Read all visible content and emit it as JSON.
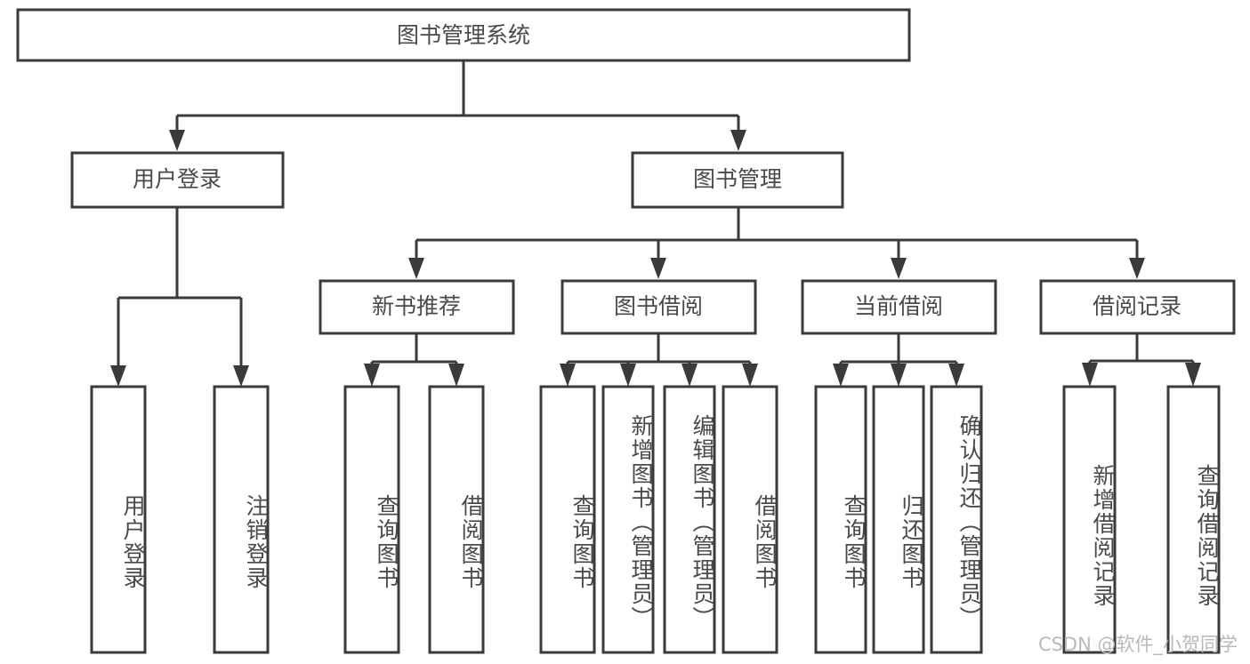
{
  "diagram": {
    "title": "图书管理系统",
    "type": "tree-hierarchy-diagram",
    "watermark": "CSDN @软件_小贺同学",
    "colors": {
      "stroke": "#3a3a3a",
      "box_fill": "#ffffff",
      "text": "#4a4a4a",
      "background": "#ffffff",
      "watermark": "#b9b9b9"
    },
    "levels": {
      "root": "图书管理系统",
      "level2": [
        "用户登录",
        "图书管理"
      ],
      "level3": [
        "新书推荐",
        "图书借阅",
        "当前借阅",
        "借阅记录"
      ]
    },
    "nodes": {
      "root": {
        "label": "图书管理系统"
      },
      "user_login": {
        "label": "用户登录"
      },
      "book_manage": {
        "label": "图书管理"
      },
      "new_book_rec": {
        "label": "新书推荐"
      },
      "book_borrow": {
        "label": "图书借阅"
      },
      "current_borrow": {
        "label": "当前借阅"
      },
      "borrow_record": {
        "label": "借阅记录"
      }
    },
    "leaves": {
      "user_login": [
        {
          "label": "用户登录"
        },
        {
          "label": "注销登录"
        }
      ],
      "new_book_rec": [
        {
          "label": "查询图书"
        },
        {
          "label": "借阅图书"
        }
      ],
      "book_borrow": [
        {
          "label": "查询图书"
        },
        {
          "label": "新增图书（管理员）"
        },
        {
          "label": "编辑图书（管理员）"
        },
        {
          "label": "借阅图书"
        }
      ],
      "current_borrow": [
        {
          "label": "查询图书"
        },
        {
          "label": "归还图书"
        },
        {
          "label": "确认归还（管理员）"
        }
      ],
      "borrow_record": [
        {
          "label": "新增借阅记录"
        },
        {
          "label": "查询借阅记录"
        }
      ]
    }
  }
}
